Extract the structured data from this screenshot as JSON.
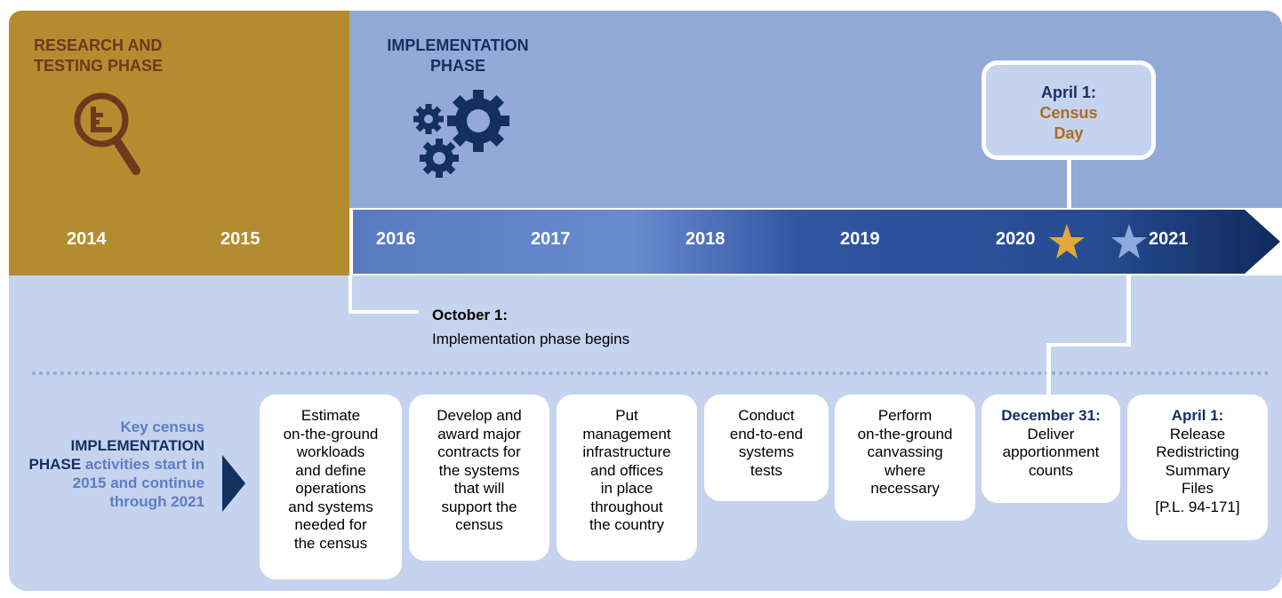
{
  "phases": {
    "research_title": "RESEARCH AND\nTESTING PHASE",
    "implementation_title": "IMPLEMENTATION\nPHASE"
  },
  "timeline": {
    "years": [
      "2014",
      "2015",
      "2016",
      "2017",
      "2018",
      "2019",
      "2020",
      "2021"
    ]
  },
  "census_day": {
    "date": "April 1:",
    "label": "Census\nDay"
  },
  "october": {
    "date": "October 1:",
    "text": "Implementation phase begins"
  },
  "key": {
    "part1": "Key census",
    "highlight": "IMPLEMENTATION PHASE",
    "part2": "activities start in 2015 and continue through 2021"
  },
  "activities": [
    {
      "text": "Estimate\non-the-ground\nworkloads\nand define\noperations\nand systems\nneeded for\nthe census"
    },
    {
      "text": "Develop and\naward major\ncontracts for\nthe systems\nthat will\nsupport the\ncensus"
    },
    {
      "text": "Put\nmanagement\ninfrastructure\nand offices\nin place\nthroughout\nthe country"
    },
    {
      "text": "Conduct\nend-to-end\nsystems\ntests"
    },
    {
      "text": "Perform\non-the-ground\ncanvassing\nwhere\nnecessary"
    },
    {
      "date": "December 31:",
      "text": "Deliver\napportionment\ncounts"
    },
    {
      "date": "April 1:",
      "text": "Release\nRedistricting\nSummary\nFiles\n[P.L. 94-171]"
    }
  ],
  "colors": {
    "gold": "#b48c2f",
    "brown_text": "#6b3a1c",
    "light_blue": "#93a9d8",
    "pale_blue": "#c6d3ef",
    "navy": "#13305f",
    "mid_blue": "#5b7ec4",
    "star_gold": "#e2a93a",
    "star_blue": "#8fa8dd"
  },
  "icons": {
    "research": "magnifier-chart-icon",
    "implementation": "gears-icon",
    "census_star": "star-gold-icon",
    "release_star": "star-blue-icon",
    "key_arrow": "triangle-right-icon"
  }
}
